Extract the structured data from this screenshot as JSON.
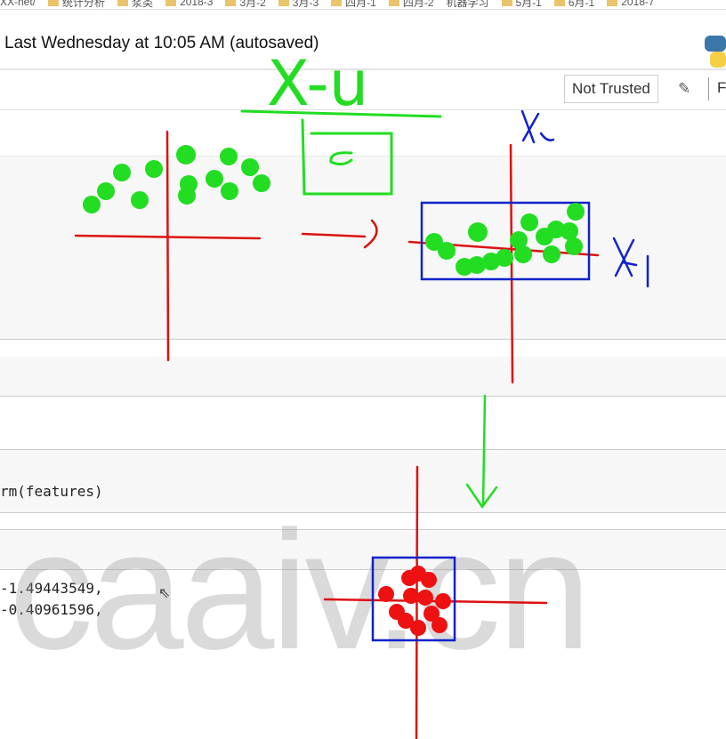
{
  "bookmarks": [
    "XX-net/",
    "统计分析",
    "浆类",
    "2018-3",
    "3月-2",
    "3月-3",
    "四月-1",
    "四月-2",
    "机器学习",
    "5月-1",
    "6月-1",
    "2018-7"
  ],
  "header": {
    "title": "Last Wednesday at 10:05 AM (autosaved)"
  },
  "toolbar": {
    "trust": "Not Trusted",
    "pencil": "✎",
    "cut": "F"
  },
  "cells": {
    "code_line": "rm(features)",
    "output": [
      "-1.49443549,",
      "-0.40961596,"
    ]
  },
  "annotations": {
    "formula_num": "X-u",
    "formula_den": "σ",
    "axis_x2": "X2",
    "axis_x1": "X1"
  },
  "watermark": "caaiv.cn"
}
